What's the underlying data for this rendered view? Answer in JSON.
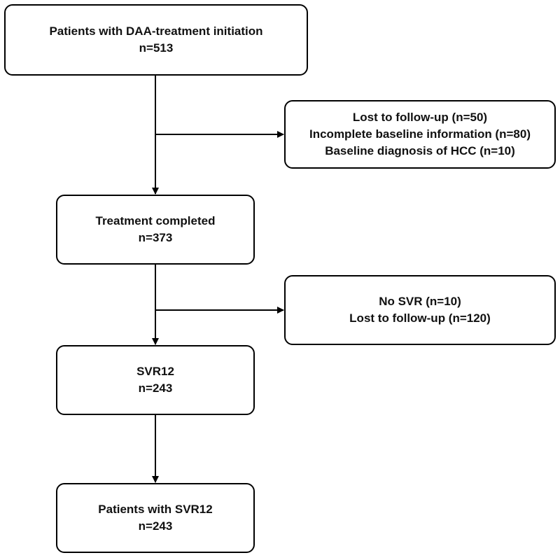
{
  "boxes": {
    "start": {
      "line1": "Patients with DAA-treatment initiation",
      "line2": "n=513"
    },
    "excl1": {
      "line1": "Lost to follow-up (n=50)",
      "line2": "Incomplete baseline information (n=80)",
      "line3": "Baseline diagnosis of HCC (n=10)"
    },
    "treat": {
      "line1": "Treatment completed",
      "line2": "n=373"
    },
    "excl2": {
      "line1": "No SVR (n=10)",
      "line2": "Lost to follow-up (n=120)"
    },
    "svr": {
      "line1": "SVR12",
      "line2": "n=243"
    },
    "final": {
      "line1": "Patients with SVR12",
      "line2": "n=243"
    }
  },
  "colors": {
    "stroke": "#000000",
    "text": "#111111",
    "background": "#ffffff"
  }
}
